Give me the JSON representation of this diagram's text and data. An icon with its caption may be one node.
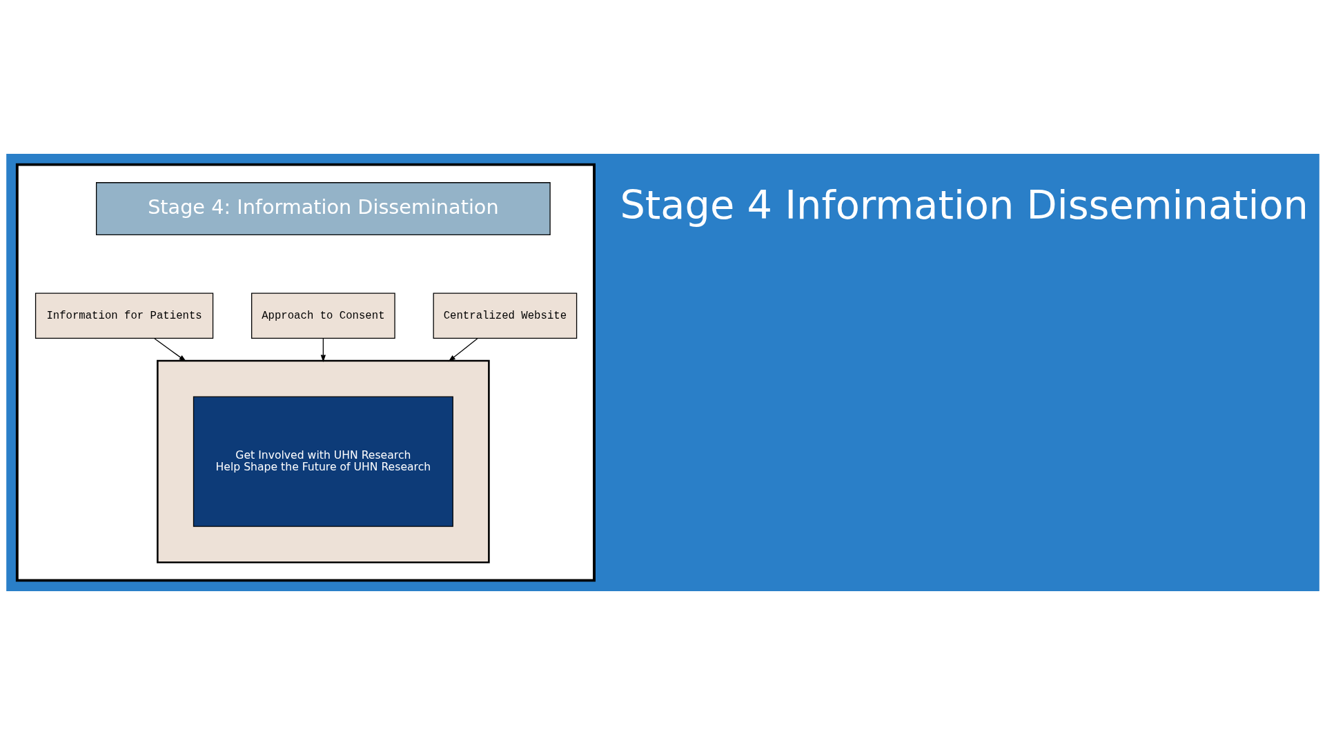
{
  "diagram": {
    "nodes": [
      {
        "text": [],
        "shape": "box"
      },
      {
        "text": [
          "Stage 4: Information Dissemination"
        ],
        "in": 0
      },
      {
        "text": [
          "Information for Patients"
        ],
        "in": 0
      },
      {
        "text": [
          "Approach to Consent"
        ],
        "in": 0
      },
      {
        "text": [
          "Centralized Website"
        ],
        "in": 0
      },
      {
        "text": [],
        "shape": "box",
        "in": 0
      },
      {
        "text": [
          "Get Involved with UHN Research",
          "Help Shape the Future of UHN Research"
        ],
        "in": 5
      }
    ],
    "edges": [
      {
        "from": 2,
        "to": 5,
        "arrow": "to"
      },
      {
        "from": 3,
        "to": 5,
        "arrow": "to"
      },
      {
        "from": 4,
        "to": 5,
        "arrow": "to"
      }
    ],
    "labels": [
      "Stage 4 Information Dissemination"
    ]
  }
}
